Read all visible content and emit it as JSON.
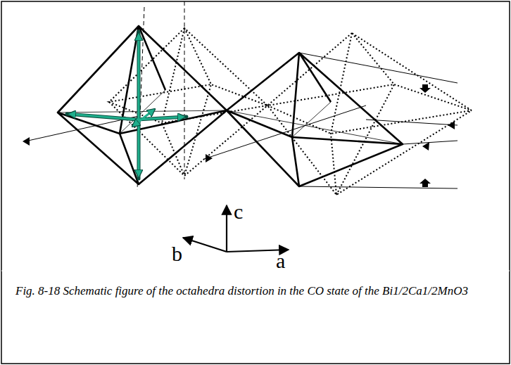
{
  "diagram": {
    "caption": "Fig. 8-18 Schematic figure of the octahedra distortion in the CO state of the Bi1/2Ca1/2MnO3",
    "labels": [
      "c",
      "b",
      "a"
    ]
  }
}
